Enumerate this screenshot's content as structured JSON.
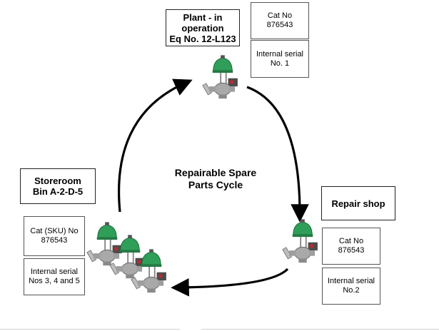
{
  "diagram": {
    "title": "Repairable Spare\nParts Cycle",
    "nodes": {
      "plant": {
        "label": "Plant - in\noperation\nEq No. 12-L123",
        "cat": "Cat No 876543",
        "serial": "Internal serial\nNo. 1"
      },
      "repair": {
        "label": "Repair shop",
        "cat": "Cat No 876543",
        "serial": "Internal serial\nNo.2"
      },
      "storeroom": {
        "label": "Storeroom\nBin A-2-D-5",
        "cat": "Cat (SKU) No\n876543",
        "serial": "Internal serial\nNos 3, 4 and 5"
      }
    },
    "colors": {
      "valve_body": "#a9a9a9",
      "actuator": "#2f9e58",
      "accent": "#c0282d",
      "arrow": "#000000"
    }
  }
}
